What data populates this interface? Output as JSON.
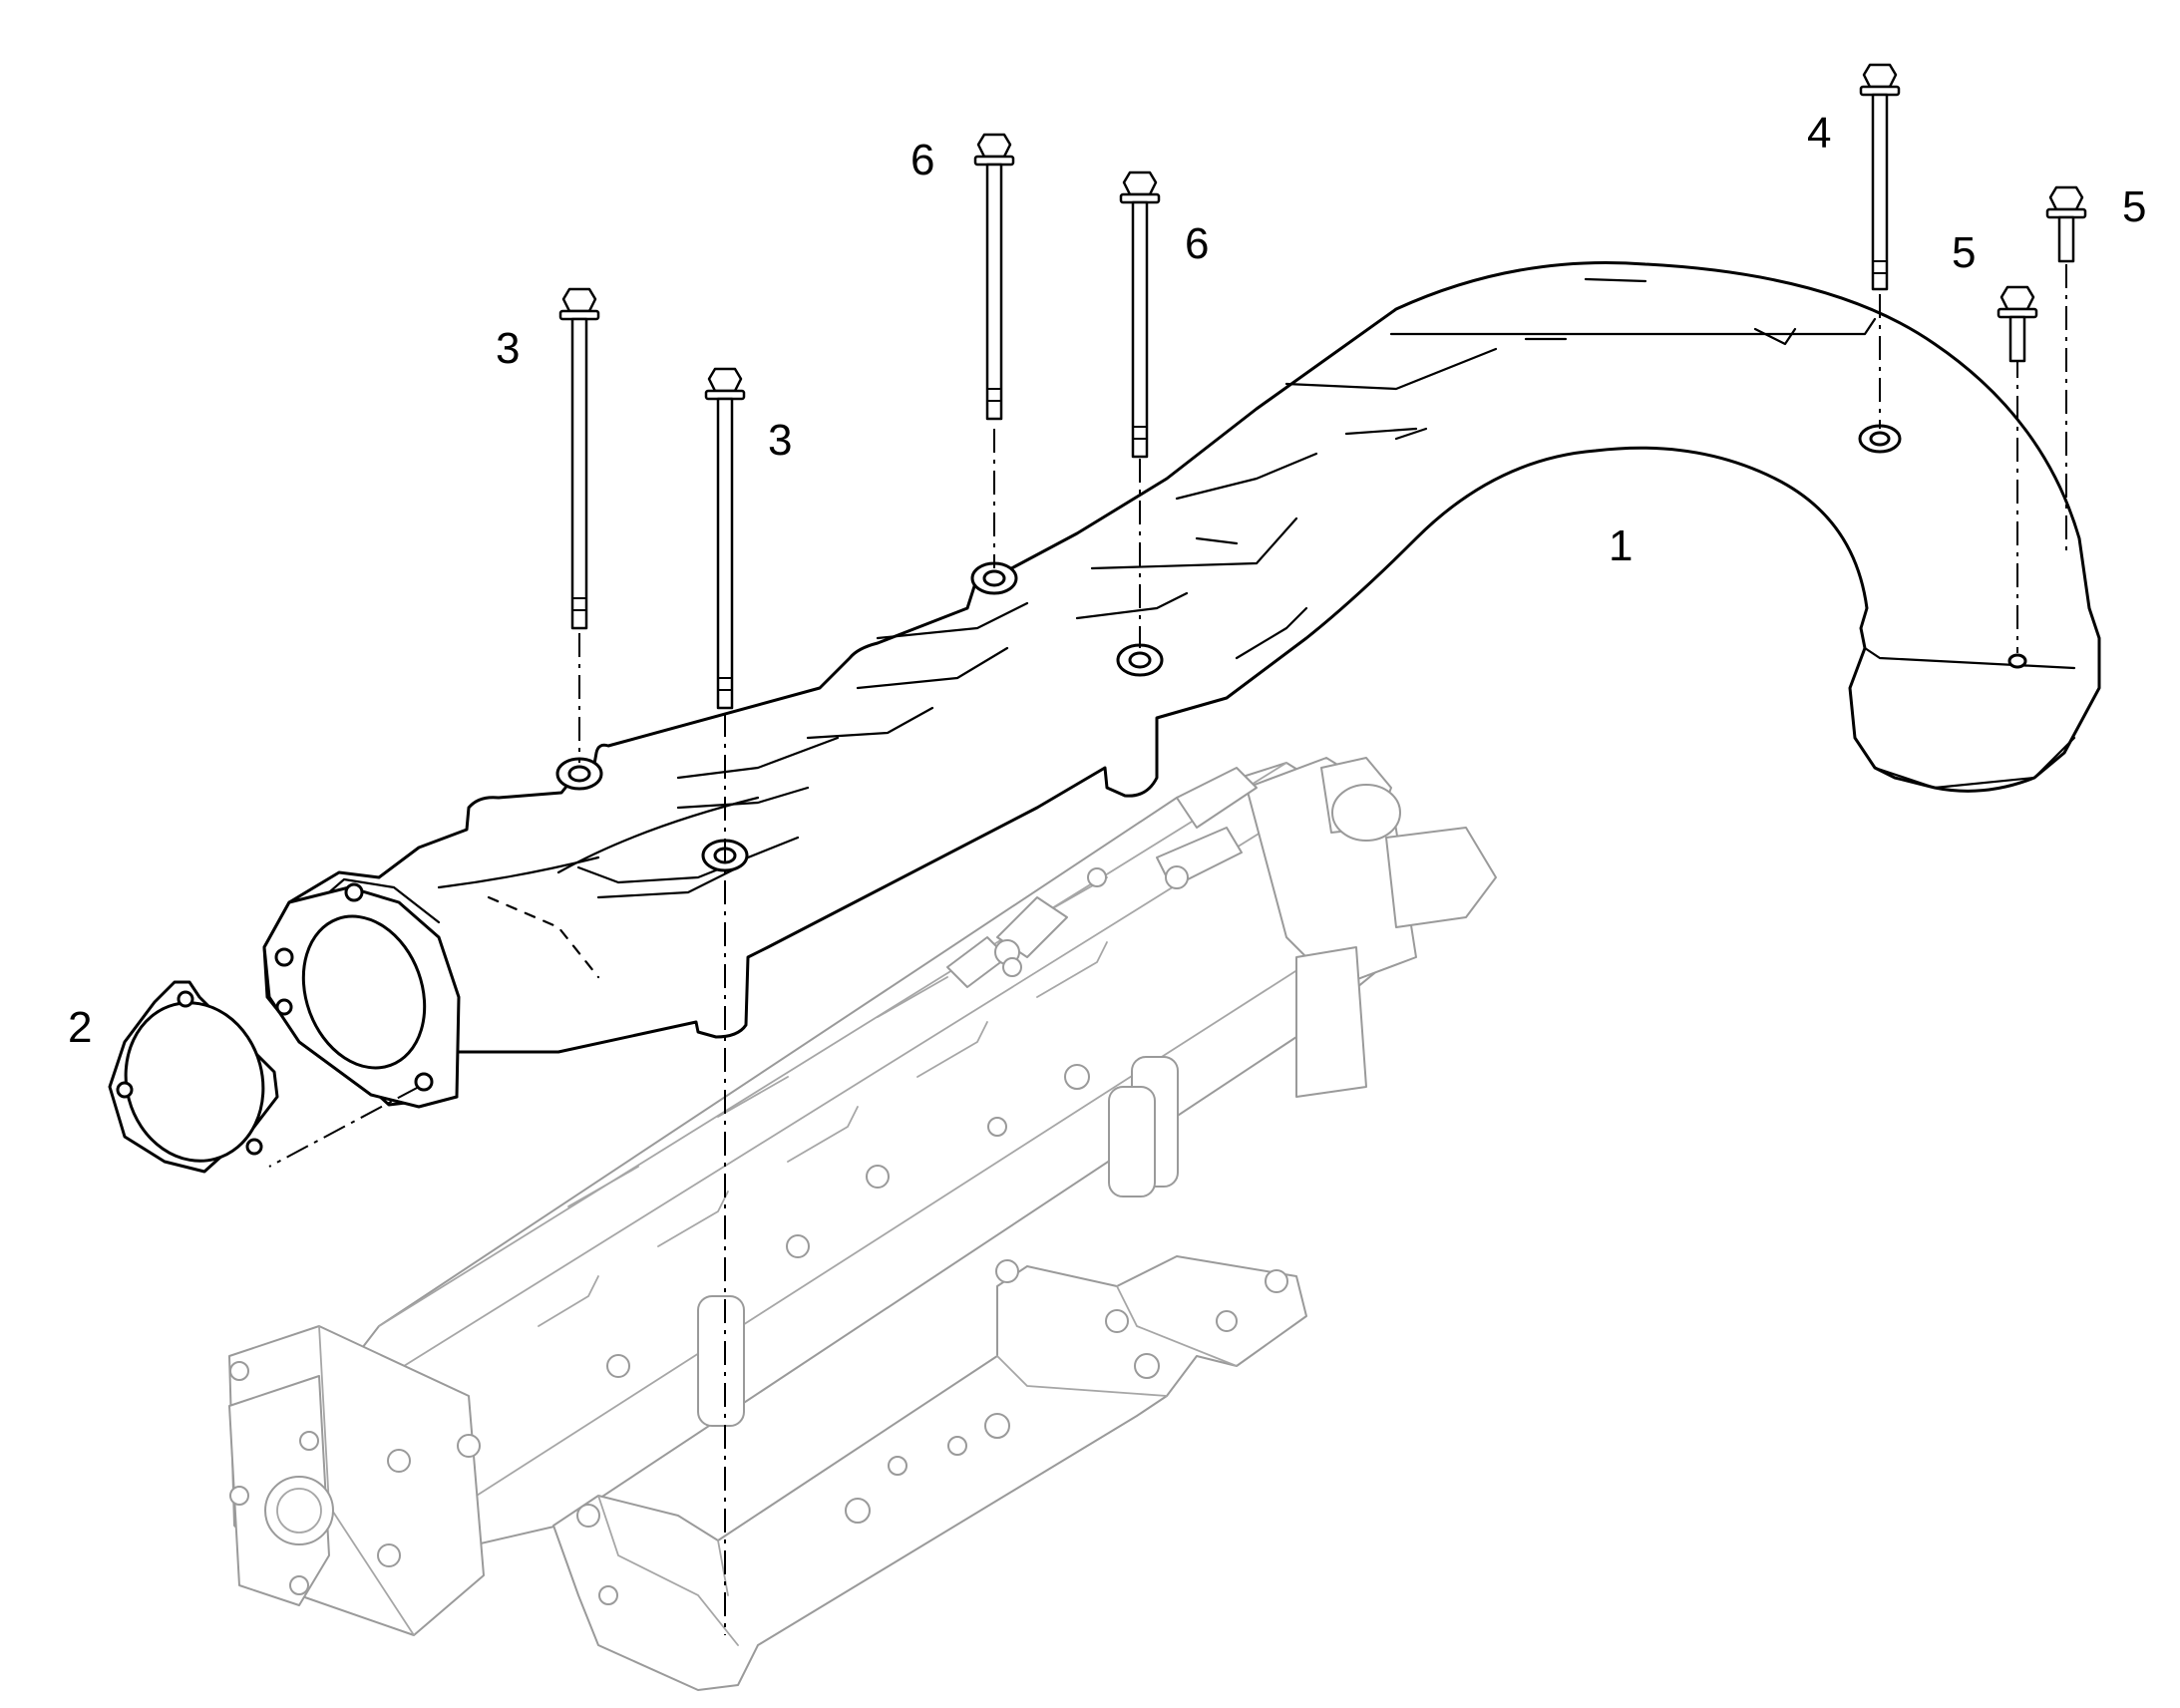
{
  "callouts": {
    "part1": "1",
    "part2": "2",
    "part3a": "3",
    "part3b": "3",
    "part4": "4",
    "part5a": "5",
    "part5b": "5",
    "part6a": "6",
    "part6b": "6"
  }
}
